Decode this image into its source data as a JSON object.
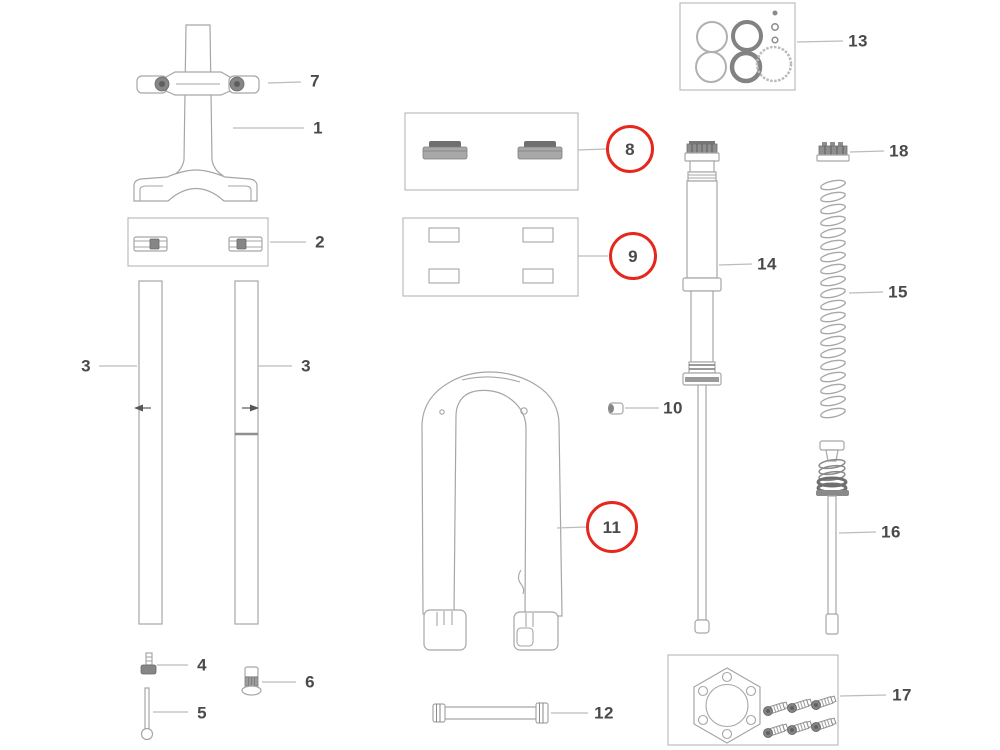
{
  "colors": {
    "background": "#ffffff",
    "part_outline": "#a6a6a6",
    "part_dark_fill": "#868686",
    "kit_box_stroke": "#b6b6b6",
    "leader_line": "#bcbcbc",
    "callout_text": "#4a4a4a",
    "highlight_circle": "#e5271e"
  },
  "diagram": {
    "callouts": [
      {
        "number": "1",
        "circled": false
      },
      {
        "number": "2",
        "circled": false
      },
      {
        "number": "3",
        "circled": false
      },
      {
        "number": "3",
        "circled": false
      },
      {
        "number": "4",
        "circled": false
      },
      {
        "number": "5",
        "circled": false
      },
      {
        "number": "6",
        "circled": false
      },
      {
        "number": "7",
        "circled": false
      },
      {
        "number": "8",
        "circled": true
      },
      {
        "number": "9",
        "circled": true
      },
      {
        "number": "10",
        "circled": false
      },
      {
        "number": "11",
        "circled": true
      },
      {
        "number": "12",
        "circled": false
      },
      {
        "number": "13",
        "circled": false
      },
      {
        "number": "14",
        "circled": false
      },
      {
        "number": "15",
        "circled": false
      },
      {
        "number": "16",
        "circled": false
      },
      {
        "number": "17",
        "circled": false
      },
      {
        "number": "18",
        "circled": false
      }
    ]
  }
}
